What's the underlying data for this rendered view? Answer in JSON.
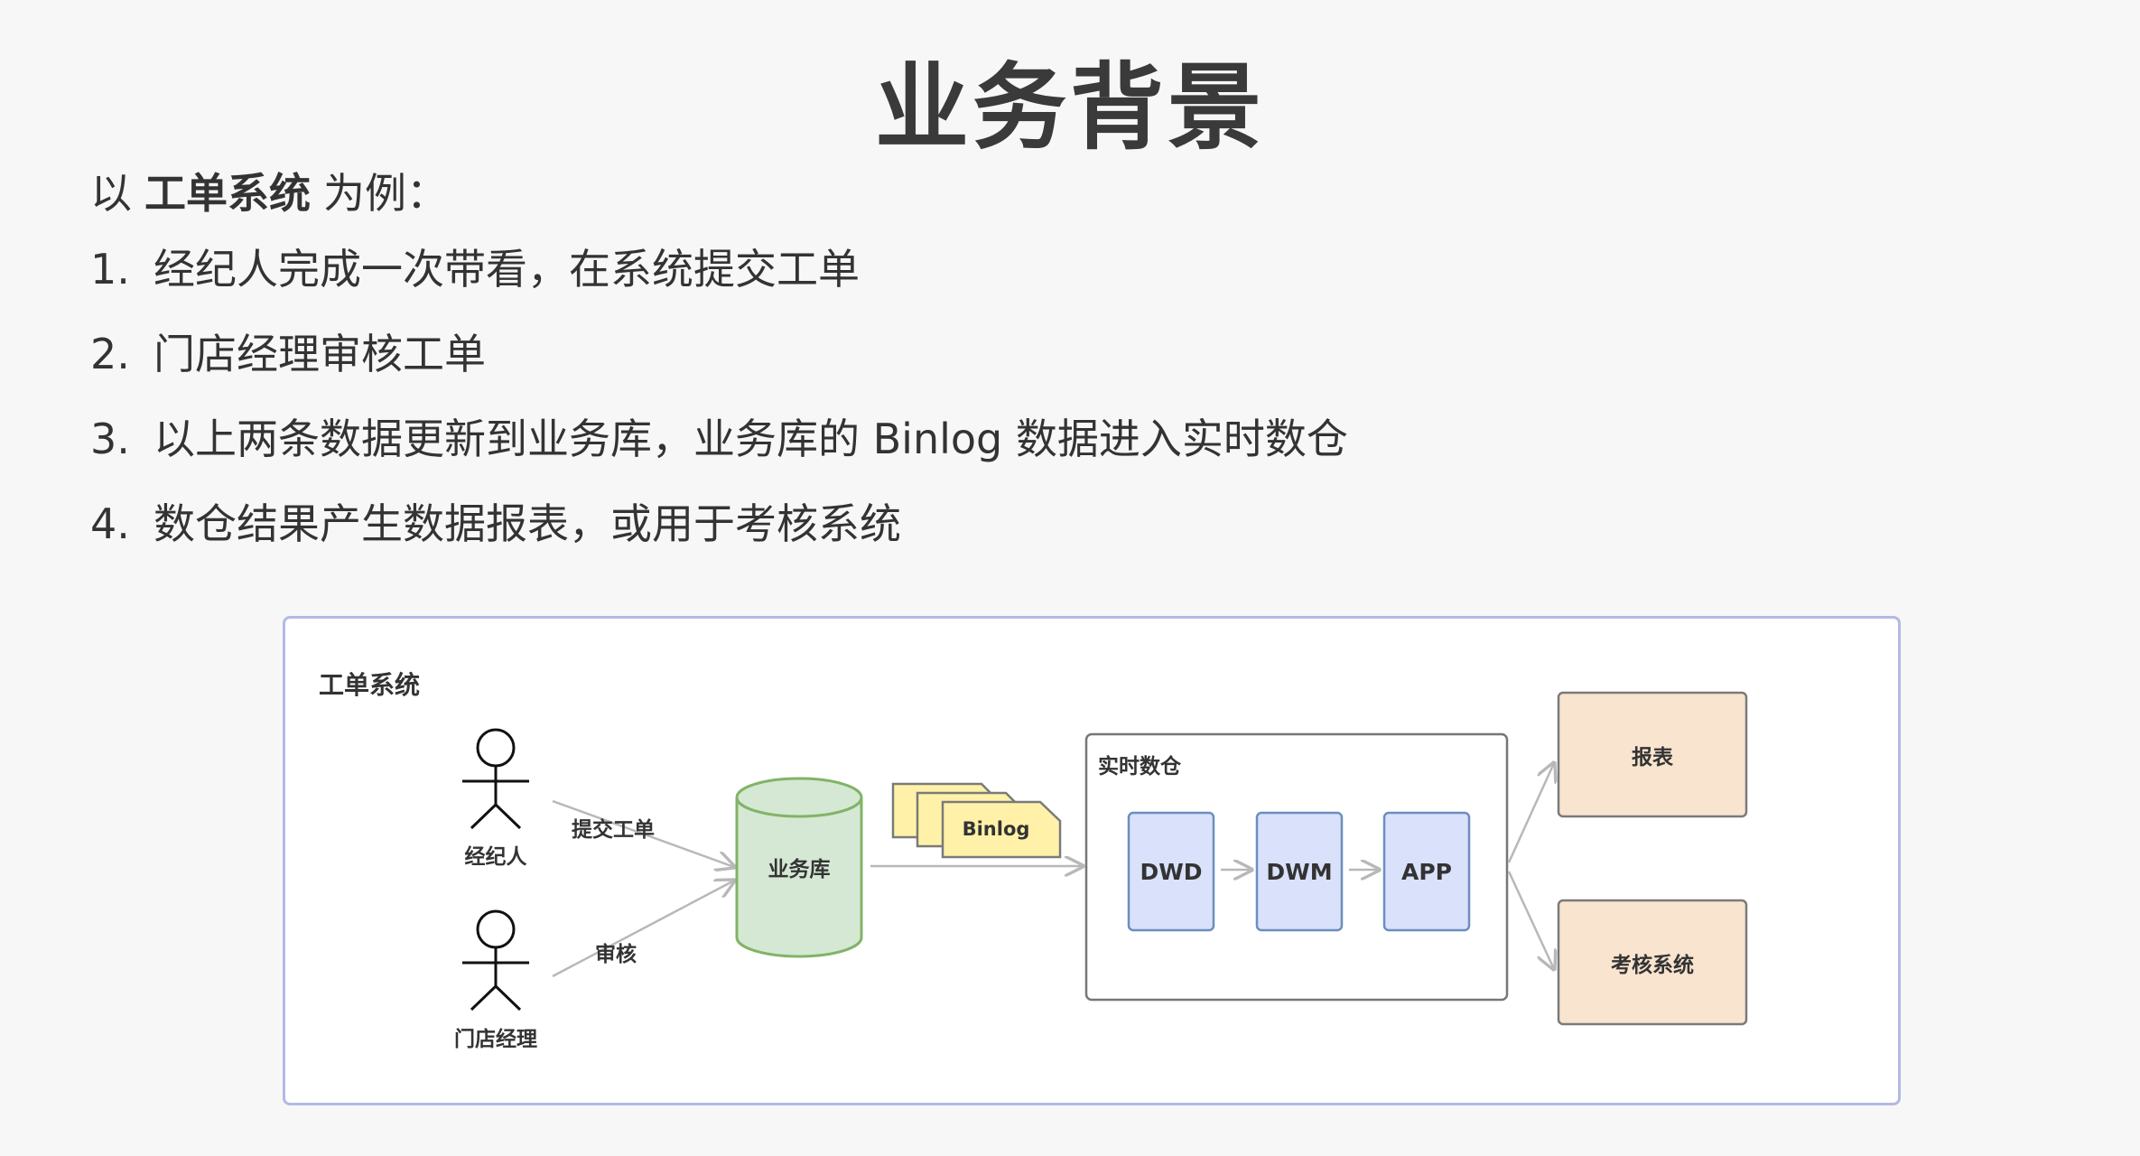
{
  "page": {
    "title": "业务背景",
    "intro": {
      "prefix": "以",
      "bold": "工单系统",
      "suffix": "为例："
    },
    "steps": [
      {
        "num": "1.",
        "text": "经纪人完成一次带看，在系统提交工单"
      },
      {
        "num": "2.",
        "text": "门店经理审核工单"
      },
      {
        "num": "3.",
        "text": "以上两条数据更新到业务库，业务库的 Binlog 数据进入实时数仓"
      },
      {
        "num": "4.",
        "text": "数仓结果产生数据报表，或用于考核系统"
      }
    ]
  },
  "diagram": {
    "frame_label": "工单系统",
    "actors": [
      {
        "label": "经纪人",
        "action": "提交工单"
      },
      {
        "label": "门店经理",
        "action": "审核"
      }
    ],
    "database": "业务库",
    "binlog": "Binlog",
    "warehouse": {
      "label": "实时数仓",
      "layers": [
        "DWD",
        "DWM",
        "APP"
      ]
    },
    "outputs": [
      "报表",
      "考核系统"
    ],
    "colors": {
      "database_fill": "#d5e8d4",
      "database_stroke": "#82b366",
      "doc_fill": "#fff2a8",
      "doc_stroke": "#7a7a7a",
      "layer_fill": "#dae1fb",
      "layer_stroke": "#6c8ebf",
      "output_fill": "#f8e4cf",
      "output_stroke": "#7a7a7a",
      "frame_stroke": "#b3b9e6",
      "arrow": "#b8b8b8"
    }
  }
}
